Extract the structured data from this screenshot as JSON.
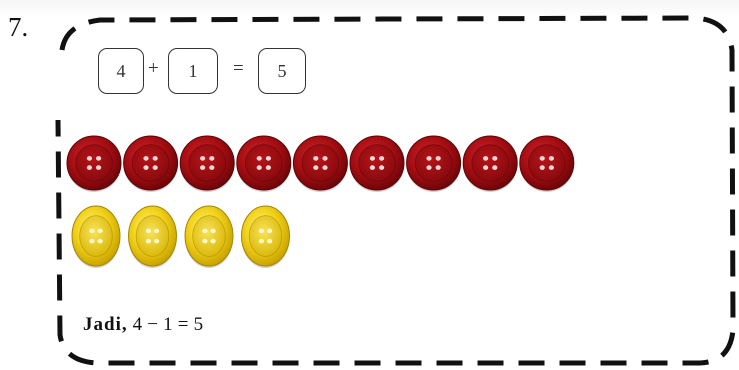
{
  "problem": {
    "number_label": "7."
  },
  "equation": {
    "first_operand": "4",
    "operator": "+",
    "second_operand": "1",
    "equals": "=",
    "result": "5"
  },
  "buttons": {
    "red_count": 9,
    "yellow_count": 4,
    "red_color": "#a50d12",
    "yellow_color": "#f1d21a"
  },
  "conclusion": {
    "prefix": "Jadi,",
    "expression": "4 − 1 = 5"
  }
}
